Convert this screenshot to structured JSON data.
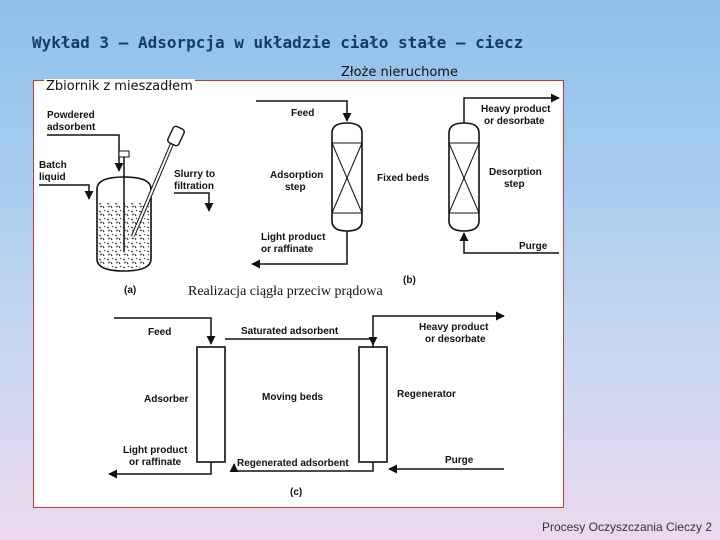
{
  "slide": {
    "title": "Wykład 3 – Adsorpcja w układzie ciało stałe – ciecz",
    "label_stirred": "Zbiornik z mieszadłem",
    "label_fixed": "Złoże nieruchome",
    "label_continuous": "Realizacja ciągła przeciw prądowa",
    "footer": "Procesy Oczyszczania Cieczy 2"
  },
  "diagram_a": {
    "powdered_1": "Powdered",
    "powdered_2": "adsorbent",
    "batch_1": "Batch",
    "batch_2": "liquid",
    "slurry_1": "Slurry to",
    "slurry_2": "filtration",
    "caption": "(a)"
  },
  "diagram_b": {
    "feed": "Feed",
    "heavy_1": "Heavy product",
    "heavy_2": "or desorbate",
    "adsorption_1": "Adsorption",
    "adsorption_2": "step",
    "fixed_beds": "Fixed beds",
    "desorption_1": "Desorption",
    "desorption_2": "step",
    "light_1": "Light product",
    "light_2": "or raffinate",
    "purge": "Purge",
    "caption": "(b)"
  },
  "diagram_c": {
    "feed": "Feed",
    "saturated": "Saturated adsorbent",
    "heavy_1": "Heavy product",
    "heavy_2": "or desorbate",
    "adsorber": "Adsorber",
    "moving_beds": "Moving beds",
    "regenerator": "Regenerator",
    "light_1": "Light product",
    "light_2": "or raffinate",
    "regenerated": "Regenerated adsorbent",
    "purge": "Purge",
    "caption": "(c)"
  }
}
